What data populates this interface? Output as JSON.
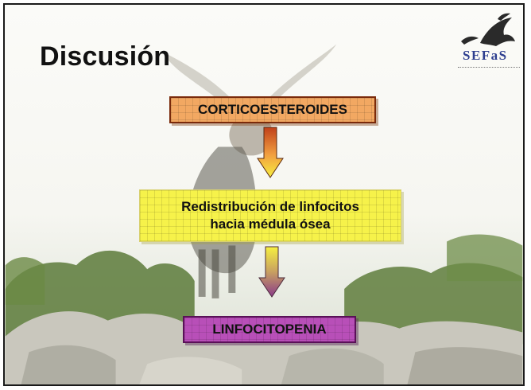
{
  "slide": {
    "title": "Discusión",
    "logo_text": "SEFaS",
    "step1": "CORTICOESTEROIDES",
    "step2_line1": "Redistribución de linfocitos",
    "step2_line2": "hacia médula ósea",
    "step3": "LINFOCITOPENIA"
  },
  "colors": {
    "step1_fill": "#f2a862",
    "step2_fill": "#f6f24a",
    "step3_fill": "#b84fb8",
    "title": "#111111",
    "logo": "#2d3e8f"
  },
  "icons": [
    "ibex-photo-background",
    "sefas-logo-icon",
    "arrow-down-icon"
  ]
}
